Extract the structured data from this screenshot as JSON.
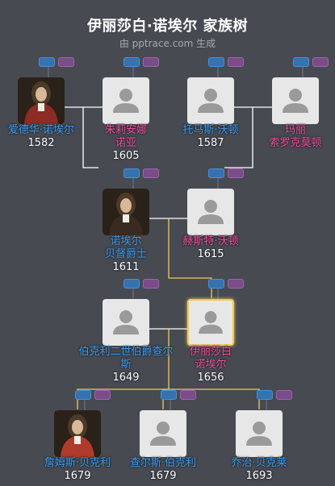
{
  "header": {
    "title": "伊丽莎白·诺埃尔 家族树",
    "subtitle": "由 pptrace.com 生成"
  },
  "colors": {
    "male": "#3d9bf0",
    "female": "#f04f9e",
    "line": "#ffffff",
    "highlight_line": "#f0c95a"
  },
  "people": [
    {
      "id": "edward",
      "lines": [
        "爱德华·诺埃尔"
      ],
      "year": "1582",
      "gender": "m",
      "photo": "portrait"
    },
    {
      "id": "juliana",
      "lines": [
        "朱莉安娜",
        "诺亚"
      ],
      "year": "1605",
      "gender": "f",
      "photo": "placeholder"
    },
    {
      "id": "thomas",
      "lines": [
        "托马斯·沃顿"
      ],
      "year": "1587",
      "gender": "m",
      "photo": "placeholder"
    },
    {
      "id": "mary",
      "lines": [
        "玛丽",
        "索罗克莫顿"
      ],
      "year": "",
      "gender": "f",
      "photo": "placeholder"
    },
    {
      "id": "noel",
      "lines": [
        "诺埃尔",
        "贝督爵士"
      ],
      "year": "1611",
      "gender": "m",
      "photo": "portrait"
    },
    {
      "id": "hester",
      "lines": [
        "赫斯特·沃顿"
      ],
      "year": "1615",
      "gender": "f",
      "photo": "placeholder"
    },
    {
      "id": "berkeley",
      "lines": [
        "伯克利二世伯爵查尔斯"
      ],
      "year": "1649",
      "gender": "m",
      "photo": "placeholder"
    },
    {
      "id": "elizabeth",
      "lines": [
        "伊丽莎白",
        "诺埃尔"
      ],
      "year": "1656",
      "gender": "f",
      "photo": "placeholder",
      "highlight": true
    },
    {
      "id": "james",
      "lines": [
        "詹姆斯·贝克利"
      ],
      "year": "1679",
      "gender": "m",
      "photo": "portrait"
    },
    {
      "id": "charles",
      "lines": [
        "查尔斯·伯克利"
      ],
      "year": "1679",
      "gender": "m",
      "photo": "placeholder"
    },
    {
      "id": "george",
      "lines": [
        "乔治·贝克莱"
      ],
      "year": "1693",
      "gender": "m",
      "photo": "placeholder"
    }
  ]
}
